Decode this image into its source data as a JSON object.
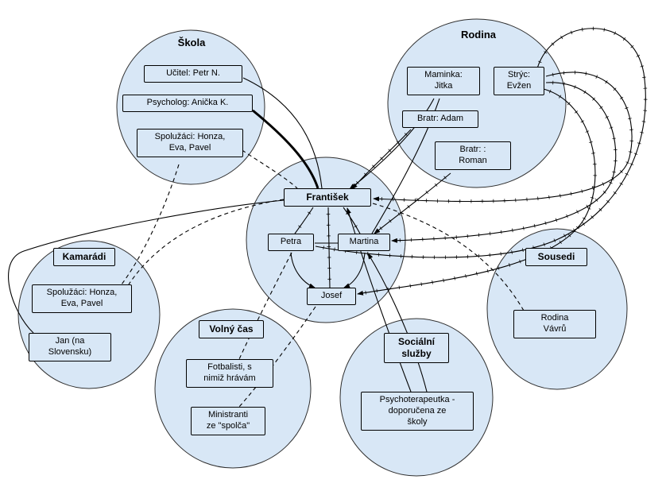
{
  "diagram": {
    "type": "ecomap",
    "colors": {
      "background": "#ffffff",
      "circle_fill": "#d8e7f6",
      "shape_stroke": "#000000",
      "line_color": "#000000"
    },
    "groups": {
      "skola": {
        "label": "Škola",
        "ucitel": "Učitel: Petr N.",
        "psycholog": "Psycholog: Anička K.",
        "spoluzaci": "Spolužáci: Honza,\nEva, Pavel"
      },
      "rodina": {
        "label": "Rodina",
        "maminka": "Maminka:\nJitka",
        "stryc": "Strýc:\nEvžen",
        "bratr_adam": "Bratr: Adam",
        "bratr_roman": "Bratr: :\nRoman"
      },
      "stred": {
        "frantisek": "František",
        "petra": "Petra",
        "martina": "Martina",
        "josef": "Josef"
      },
      "kamaradi": {
        "label": "Kamarádi",
        "spoluzaci": "Spolužáci: Honza,\nEva, Pavel",
        "jan": "Jan (na\nSlovensku)"
      },
      "volny_cas": {
        "label": "Volný čas",
        "fotbalisti": "Fotbalisti, s\nnimiž hrávám",
        "ministranti": "Ministranti\nze \"spolča\""
      },
      "socialni_sluzby": {
        "label": "Sociální\nslužby",
        "psychoterapeutka": "Psychoterapeutka -\ndoporučena ze\nškoly"
      },
      "sousedi": {
        "label": "Sousedi",
        "rodina_vavru": "Rodina\nVávrů"
      }
    },
    "connections": [
      {
        "from": "Učitel: Petr N.",
        "to": "František",
        "style": "solid"
      },
      {
        "from": "Psycholog: Anička K.",
        "to": "František",
        "style": "thick"
      },
      {
        "from": "Spolužáci (Škola)",
        "to": "František",
        "style": "dashed"
      },
      {
        "from": "Spolužáci (Škola)",
        "to": "Spolužáci (Kamarádi)",
        "style": "dashed"
      },
      {
        "from": "František",
        "to": "Spolužáci (Kamarádi)",
        "style": "dashed"
      },
      {
        "from": "Jan (na Slovensku)",
        "to": "František",
        "style": "solid"
      },
      {
        "from": "Maminka: Jitka",
        "to": "František",
        "style": "solid",
        "arrow": true
      },
      {
        "from": "Maminka: Jitka",
        "to": "Martina",
        "style": "solid"
      },
      {
        "from": "Bratr: Adam",
        "to": "František",
        "style": "stressful",
        "arrow": true
      },
      {
        "from": "Bratr: Roman",
        "to": "Martina",
        "style": "stressful",
        "arrow": true
      },
      {
        "from": "Strýc: Evžen",
        "to": "František",
        "style": "stressful",
        "arrow": true
      },
      {
        "from": "Strýc: Evžen",
        "to": "Martina",
        "style": "stressful",
        "arrow": true
      },
      {
        "from": "Strýc: Evžen",
        "to": "Josef",
        "style": "stressful",
        "arrow": true
      },
      {
        "from": "Strýc: Evžen",
        "to": "Petra",
        "style": "stressful"
      },
      {
        "from": "František",
        "to": "Rodina Vávrů",
        "style": "dashed"
      },
      {
        "from": "František",
        "to": "Fotbalisti",
        "style": "dashed"
      },
      {
        "from": "František",
        "to": "Ministranti",
        "style": "dashed"
      },
      {
        "from": "Psychoterapeutka",
        "to": "František",
        "style": "solid",
        "arrow": true
      },
      {
        "from": "Psychoterapeutka",
        "to": "Martina",
        "style": "solid",
        "arrow": true
      },
      {
        "from": "František",
        "to": "Petra",
        "style": "stressful"
      },
      {
        "from": "František",
        "to": "Martina",
        "style": "stressful"
      },
      {
        "from": "František",
        "to": "Josef",
        "style": "stressful"
      },
      {
        "from": "Petra",
        "to": "Josef",
        "style": "solid",
        "arrow": true
      },
      {
        "from": "Martina",
        "to": "Josef",
        "style": "solid",
        "arrow": true
      },
      {
        "from": "Petra",
        "to": "Martina",
        "style": "solid"
      }
    ]
  }
}
